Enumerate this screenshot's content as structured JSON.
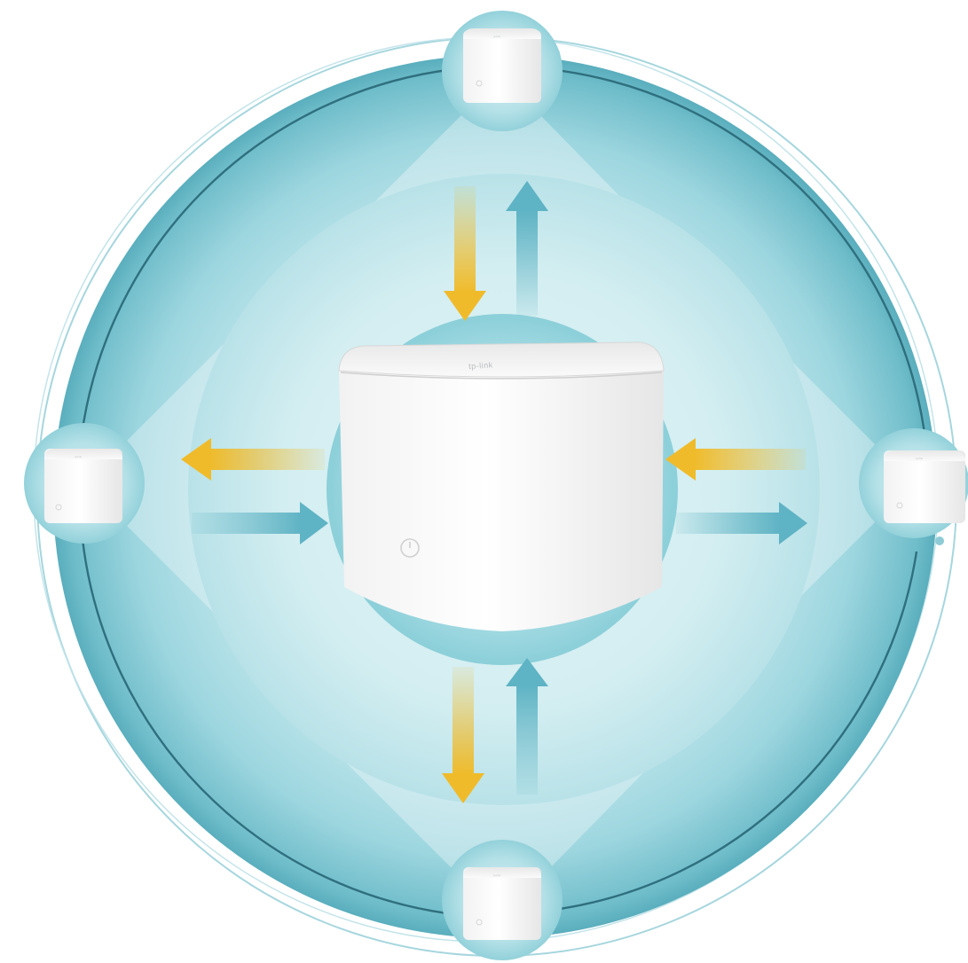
{
  "diagram": {
    "description_kind": "mesh-wifi-coverage",
    "colors": {
      "background": "#ffffff",
      "outer_ring": "#5fb6c4",
      "outer_ring_light": "#b6e0e6",
      "inner_field": "#c6e8ec",
      "center_halo": "#8ccfd9",
      "dark_arc": "#2f6f7e",
      "arrow_gold": "#f0bb2a",
      "arrow_teal": "#5eb3c4",
      "device_white": "#f6f6f6"
    },
    "main_router": {
      "logo": "tp-link",
      "icon": "power-button-icon"
    },
    "satellites": [
      {
        "id": "top",
        "logo": "tp-link"
      },
      {
        "id": "left",
        "logo": "tp-link"
      },
      {
        "id": "right",
        "logo": "tp-link"
      },
      {
        "id": "bottom",
        "logo": "tp-link"
      }
    ],
    "flows": [
      {
        "side": "top",
        "inbound": "gold",
        "outbound": "teal"
      },
      {
        "side": "left",
        "inbound": "teal",
        "outbound": "gold"
      },
      {
        "side": "right",
        "inbound": "gold",
        "outbound": "teal"
      },
      {
        "side": "bottom",
        "inbound": "teal",
        "outbound": "gold"
      }
    ]
  }
}
